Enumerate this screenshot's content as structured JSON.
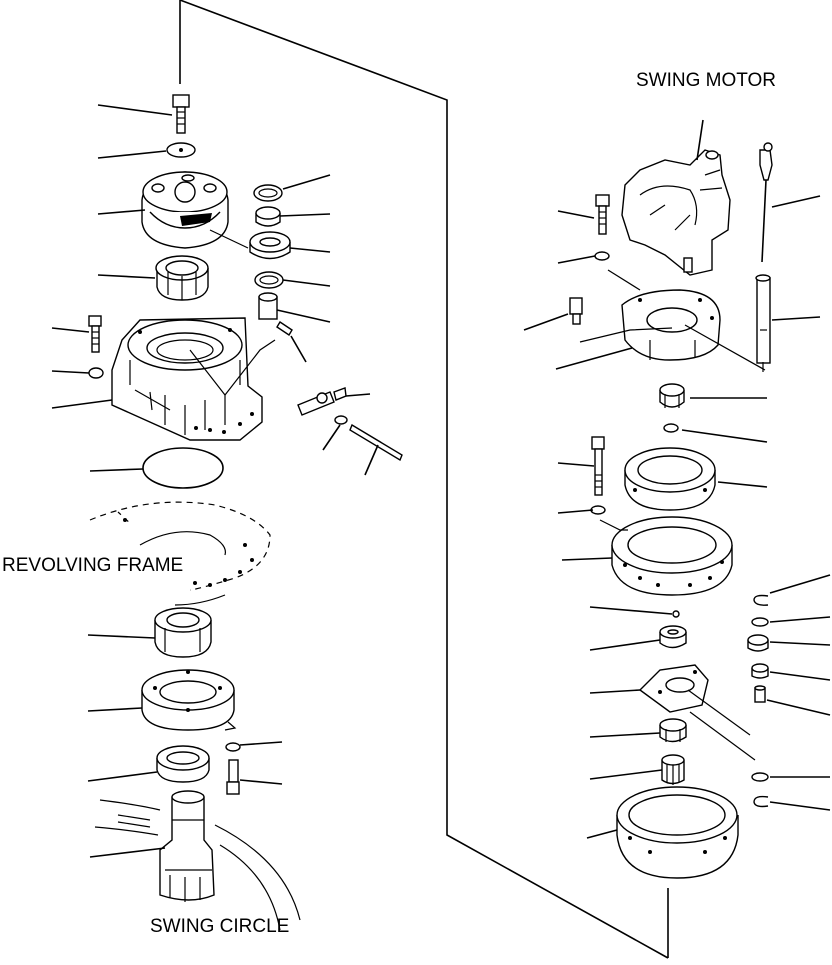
{
  "labels": {
    "swing_motor": "SWING MOTOR",
    "revolving_frame": "REVOLVING FRAME",
    "swing_circle": "SWING CIRCLE"
  },
  "colors": {
    "ink": "#000000",
    "paper": "#ffffff"
  }
}
